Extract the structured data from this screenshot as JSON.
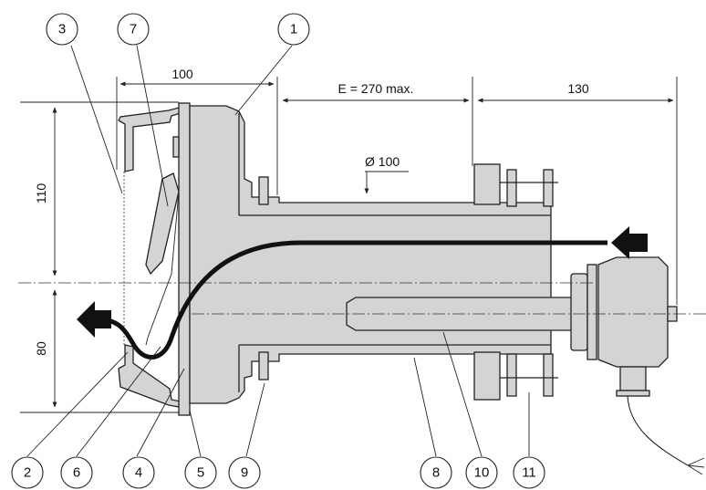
{
  "dimensions": {
    "top_left": "100",
    "top_middle": "E = 270 max.",
    "top_right": "130",
    "diameter": "Ø 100",
    "height_upper": "110",
    "height_lower": "80"
  },
  "callouts": {
    "c1": "1",
    "c2": "2",
    "c3": "3",
    "c4": "4",
    "c5": "5",
    "c6": "6",
    "c7": "7",
    "c8": "8",
    "c9": "9",
    "c10": "10",
    "c11": "11"
  },
  "colors": {
    "body": "#d4d4d4",
    "line": "#222222",
    "cable": "#111111",
    "background": "#ffffff"
  }
}
